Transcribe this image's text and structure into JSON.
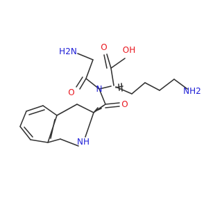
{
  "molecule": {
    "atom_labels": {
      "h2n_glycyl": "H2N",
      "o_glycyl": "O",
      "n_amide": "N",
      "oh_acid": "OH",
      "o_acid": "O",
      "nh2_lysine": "NH2",
      "o_tic": "O",
      "nh_tic": "NH"
    },
    "colors": {
      "bond": "#333333",
      "oxygen": "#e8141c",
      "nitrogen": "#1c1cd6",
      "background": "#ffffff"
    }
  }
}
